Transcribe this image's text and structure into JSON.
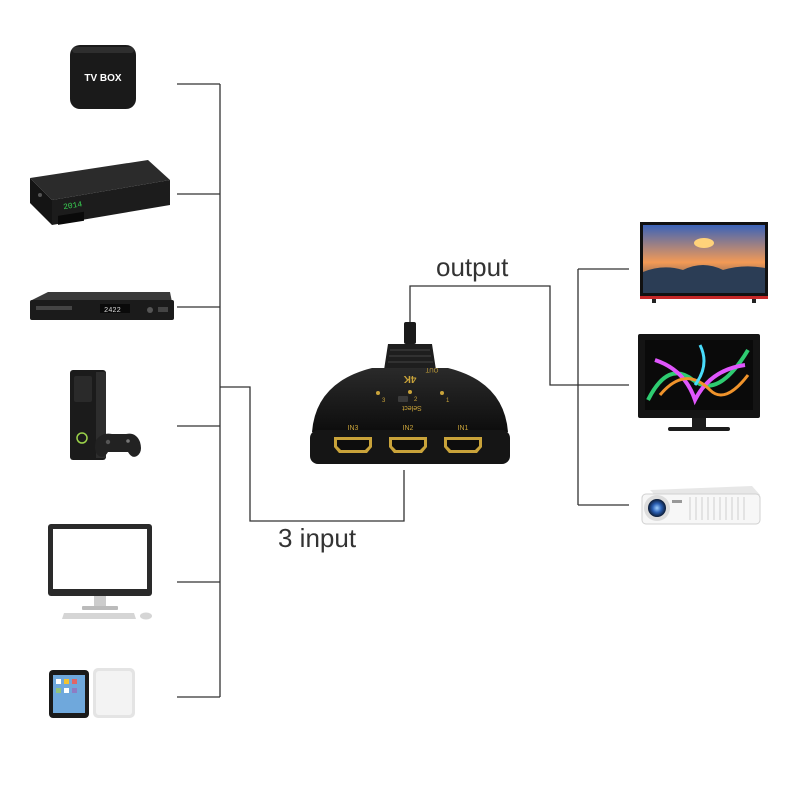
{
  "labels": {
    "output": "output",
    "input": "3 input"
  },
  "switch": {
    "brand": "4K",
    "select": "Select",
    "out": "OUT",
    "ports": [
      "IN3",
      "IN2",
      "IN1"
    ],
    "leds": [
      "3",
      "2",
      "1"
    ]
  },
  "sources": {
    "tv_box_text": "TV BOX",
    "set_top_display": "2014",
    "dvd_display": "2422"
  },
  "colors": {
    "line": "#333333",
    "device_black": "#1b1b1b",
    "accent_gold": "#c9a33a",
    "display_green": "#39d353"
  },
  "icons": {
    "source_devices": [
      "tv-box-icon",
      "set-top-box-icon",
      "dvd-player-icon",
      "game-console-icon",
      "desktop-computer-icon",
      "tablet-icon"
    ],
    "output_devices": [
      "tv-icon",
      "monitor-icon",
      "projector-icon"
    ],
    "hub": "hdmi-switch-icon"
  }
}
